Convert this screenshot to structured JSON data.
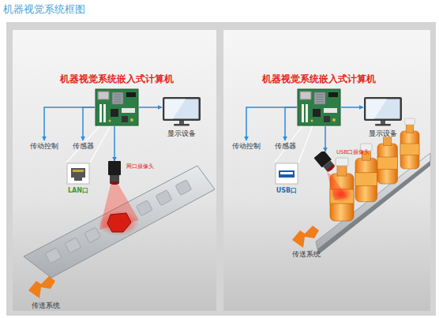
{
  "diagram": {
    "title": "机器视觉系统框图",
    "nodes": [
      {
        "text": [
          "机器视觉系统嵌入式计算机"
        ]
      },
      {
        "text": [
          "传动控制"
        ]
      },
      {
        "text": [
          "传感器"
        ]
      },
      {
        "text": [
          "显示设备"
        ]
      },
      {
        "text": [
          "LAN口"
        ]
      },
      {
        "text": [
          "网口摄像头"
        ]
      },
      {
        "text": [
          "机器视觉系统嵌入式计算机"
        ]
      },
      {
        "text": [
          "传动控制"
        ]
      },
      {
        "text": [
          "传感器"
        ]
      },
      {
        "text": [
          "显示设备"
        ]
      },
      {
        "text": [
          "USB口"
        ]
      },
      {
        "text": [
          "USB口摄像头"
        ]
      }
    ],
    "edges": [
      {
        "from": 0,
        "to": 1,
        "arrow": "to"
      },
      {
        "from": 0,
        "to": 2,
        "arrow": "to"
      },
      {
        "from": 0,
        "to": 3,
        "arrow": "to"
      },
      {
        "from": 0,
        "to": 5,
        "arrow": "to"
      },
      {
        "from": 6,
        "to": 7,
        "arrow": "to"
      },
      {
        "from": 6,
        "to": 8,
        "arrow": "to"
      },
      {
        "from": 6,
        "to": 9,
        "arrow": "to"
      },
      {
        "from": 6,
        "to": 11,
        "arrow": "to"
      }
    ],
    "labels": [
      "传送系统",
      "传送系统"
    ]
  }
}
